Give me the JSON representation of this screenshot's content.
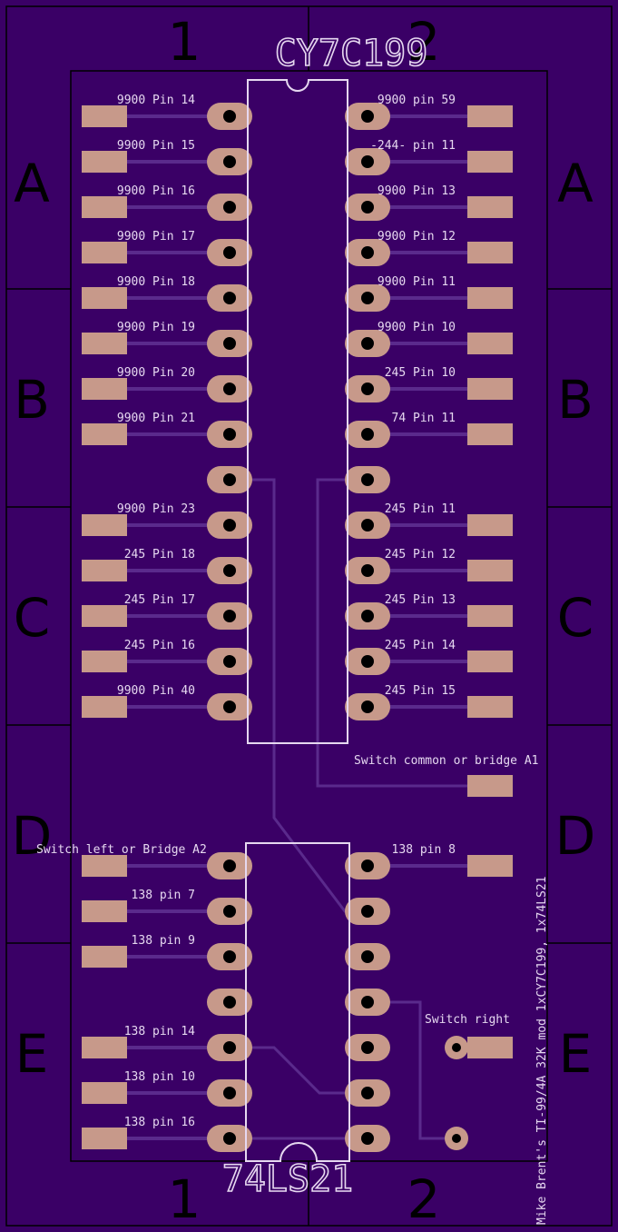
{
  "colors": {
    "background": "#3a0066",
    "trace": "#5a2a8c",
    "pad": "#c7998a",
    "drill": "#000000",
    "silk": "#e6d8f0",
    "frame": "#000000"
  },
  "frame": {
    "columns": [
      "1",
      "2"
    ],
    "rows": [
      "A",
      "B",
      "C",
      "D",
      "E"
    ]
  },
  "chips": {
    "top": {
      "name": "CY7C199"
    },
    "bottom": {
      "name": "74LS21"
    }
  },
  "board_note": "Mike Brent's TI-99/4A 32K mod 1xCY7C199, 1x74LS21",
  "top_left_labels": [
    "9900 Pin 14",
    "9900 Pin 15",
    "9900 Pin 16",
    "9900 Pin 17",
    "9900 Pin 18",
    "9900 Pin 19",
    "9900 Pin 20",
    "9900 Pin 21",
    "",
    "9900 Pin 23",
    "245 Pin 18",
    "245 Pin 17",
    "245 Pin 16",
    "9900 Pin 40"
  ],
  "top_right_labels": [
    "9900 pin 59",
    "-244- pin 11",
    "9900 Pin 13",
    "9900 Pin 12",
    "9900 Pin 11",
    "9900 Pin 10",
    "245 Pin 10",
    "74 Pin 11",
    "",
    "245 Pin 11",
    "245 Pin 12",
    "245 Pin 13",
    "245 Pin 14",
    "245 Pin 15"
  ],
  "switch_common_label": "Switch common or bridge A1",
  "bottom_left_labels": [
    "Switch left or Bridge A2",
    "138 pin 7",
    "138 pin 9",
    "",
    "138 pin 14",
    "138 pin 10",
    "138 pin 16"
  ],
  "bottom_right_labels": [
    "138 pin 8",
    "",
    "",
    "",
    "",
    "",
    ""
  ],
  "switch_right_label": "Switch right"
}
